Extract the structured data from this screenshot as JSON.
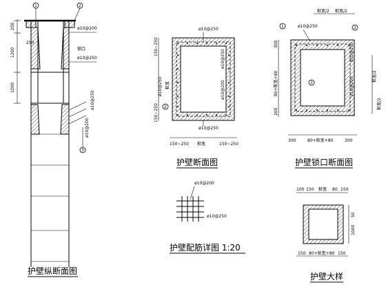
{
  "titles": {
    "longitudinal": "护壁纵断面图",
    "section": "护壁断面图",
    "lock_section": "护壁锁口断面图",
    "rebar_detail": "护壁配筋详图 1:20",
    "large_sample": "护壁大样"
  },
  "longitudinal": {
    "dims": [
      "250",
      "1200",
      "1000"
    ],
    "rebar_top": "ø10@200",
    "rebar_mid": "ø10@250",
    "lock_label": "锁口",
    "rebar_side1": "ø10@250",
    "rebar_side2": "ø10@200",
    "dim_250": "250",
    "circle_1": "1",
    "circle_2": "2",
    "circle_3": "3"
  },
  "section": {
    "rebar_top": "ø10@250",
    "rebar_left": "ø10@250",
    "rebar_right": "ø10@250",
    "rebar_right2": "ø10@200",
    "rebar_bottom": "ø10@250",
    "dim_left_top": "150~250",
    "dim_left_bottom": "150~250",
    "dim_bottom_left": "150~250",
    "dim_bottom_mid": "桩宽",
    "dim_bottom_right": "150~250",
    "side_label": "桩宽",
    "circle": "2"
  },
  "lock": {
    "top_label1": "桩宽/2",
    "top_label2": "桩宽/2",
    "rebar_top": "ø10@250",
    "rebar_right": "ø10@250",
    "rebar_right2": "ø10@200",
    "dim_left1": "300",
    "dim_left2": "80+桩宽+80",
    "dim_left3": "200",
    "dim_bottom1": "300",
    "dim_bottom2": "80+桩宽+80",
    "dim_bottom3": "300",
    "side_label": "桩宽/2",
    "side_label2": "桩宽/2",
    "circle_1": "1",
    "circle_2": "2",
    "circle_3": "3"
  },
  "rebar_detail": {
    "rebar_top": "ø10@200",
    "rebar_bottom": "ø10@250"
  },
  "large": {
    "dims_top": [
      "100",
      "150",
      "桩宽",
      "80",
      "150"
    ],
    "dim_side1": "50",
    "dim_side2": "1000",
    "dims_bottom": [
      "150",
      "80+桩宽+80",
      "150"
    ]
  }
}
